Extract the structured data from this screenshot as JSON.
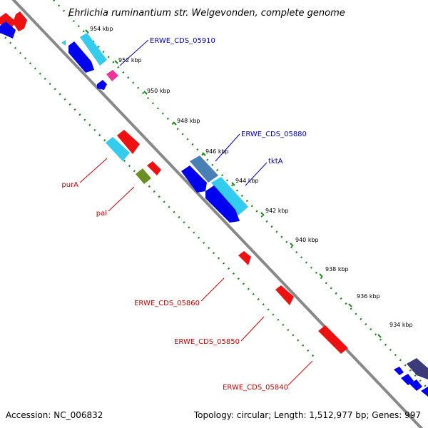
{
  "title": "Ehrlichia ruminantium str. Welgevonden, complete genome",
  "footer": {
    "accession": "Accession: NC_006832",
    "summary": "Topology: circular; Length: 1,512,977 bp; Genes: 997"
  },
  "ticks": [
    "954 kbp",
    "952 kbp",
    "950 kbp",
    "948 kbp",
    "946 kbp",
    "944 kbp",
    "942 kbp",
    "940 kbp",
    "938 kbp",
    "936 kbp",
    "934 kbp"
  ],
  "gene_labels": {
    "forward": [
      "ERWE_CDS_05910",
      "ERWE_CDS_05880",
      "tktA"
    ],
    "reverse": [
      "purA",
      "pal",
      "ERWE_CDS_05860",
      "ERWE_CDS_05850",
      "ERWE_CDS_05840"
    ]
  },
  "colors": {
    "backbone": "#888888",
    "forward_label": "#0000cc",
    "reverse_label": "#cc0000",
    "dotted_track": "#1a8a1a",
    "blue": "#0000ee",
    "cyan": "#33ccee",
    "red": "#ee1111",
    "magenta": "#ee3399",
    "olive": "#6b8e23",
    "steel": "#4a7fb5",
    "purple": "#3b3b7a"
  }
}
